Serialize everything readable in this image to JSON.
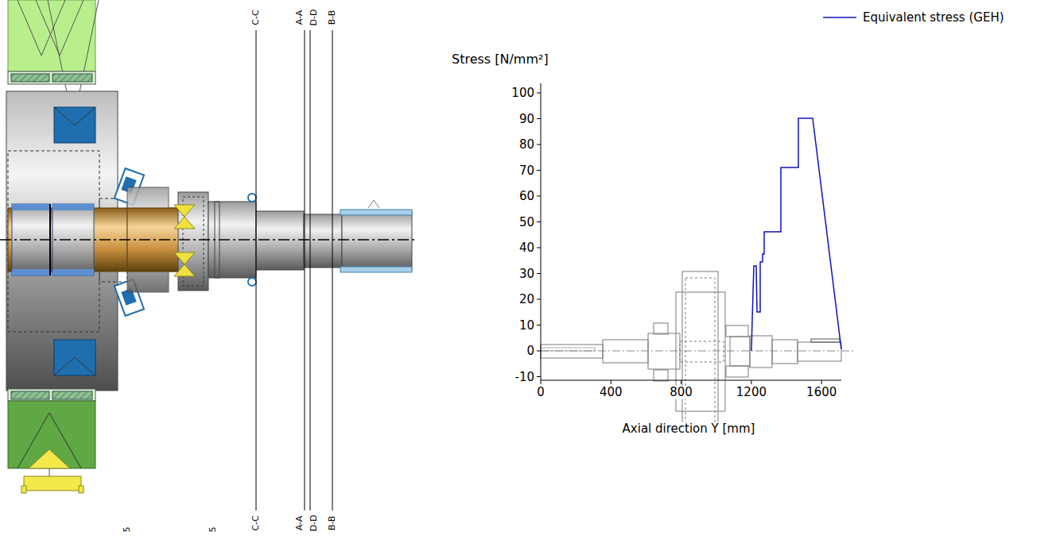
{
  "diagram": {
    "labels": [
      "C-C",
      "A-A",
      "D-D",
      "B-B",
      "C-C",
      "A-A",
      "D-D",
      "B-B",
      "5",
      "5",
      "Stress [N/mm²]",
      "100",
      "90",
      "80",
      "70",
      "60",
      "50",
      "40",
      "30",
      "20",
      "10",
      "0",
      "-10",
      "0",
      "400",
      "800",
      "1200",
      "1600",
      "Axial direction Y [mm]"
    ],
    "legend": [
      {
        "text": "Equivalent stress (GEH)"
      }
    ]
  }
}
